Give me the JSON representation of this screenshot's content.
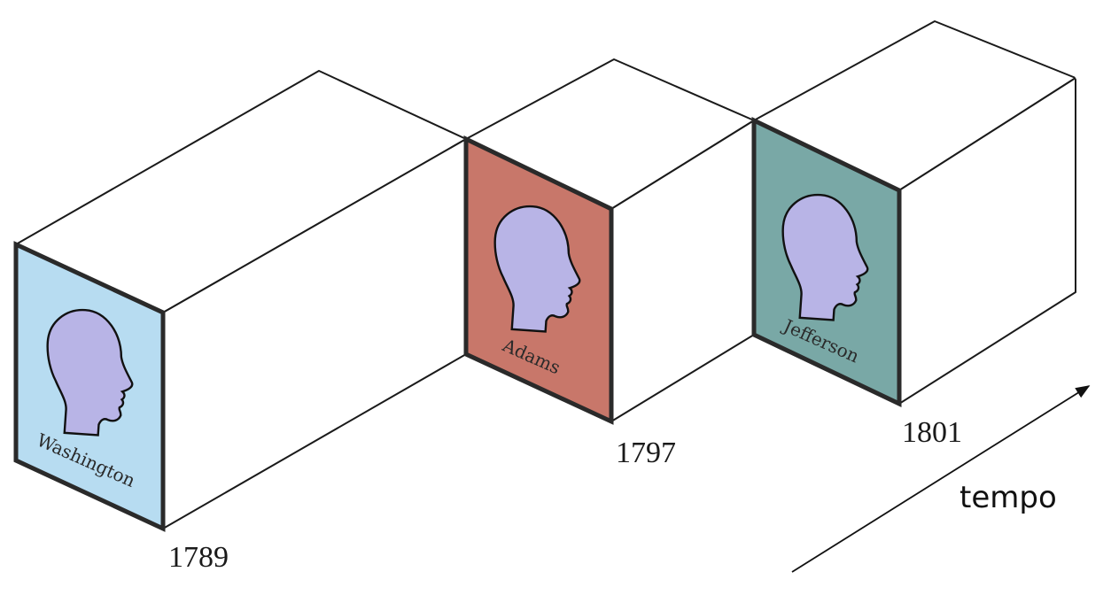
{
  "diagram": {
    "colors": {
      "head_fill": "#b8b4e6",
      "line": "#1a1a1a"
    },
    "blocks": [
      {
        "name": "Washington",
        "year": "1789",
        "face_color": "#b7dcf1"
      },
      {
        "name": "Adams",
        "year": "1797",
        "face_color": "#c8776a"
      },
      {
        "name": "Jefferson",
        "year": "1801",
        "face_color": "#79a8a6"
      }
    ],
    "axis": {
      "label": "tempo",
      "icon": "arrow-icon"
    }
  }
}
